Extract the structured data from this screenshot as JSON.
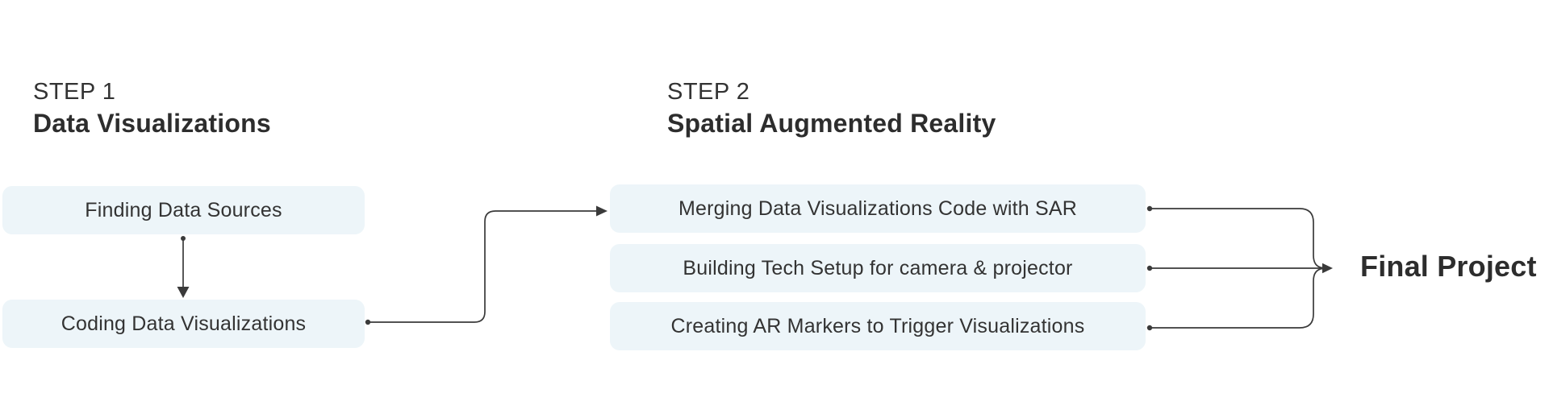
{
  "palette": {
    "box_bg": "#edf5f9",
    "line": "#3a3a3a",
    "text": "#333333",
    "heading": "#2d2d2d",
    "background": "#ffffff"
  },
  "step1": {
    "label": "STEP 1",
    "title": "Data Visualizations",
    "boxes": [
      "Finding Data Sources",
      "Coding Data Visualizations"
    ]
  },
  "step2": {
    "label": "STEP 2",
    "title": "Spatial Augmented Reality",
    "boxes": [
      "Merging Data Visualizations Code with SAR",
      "Building Tech Setup for camera & projector",
      "Creating AR Markers to Trigger Visualizations"
    ]
  },
  "final": {
    "label": "Final Project"
  },
  "connectors": [
    "finding-to-coding-arrow",
    "coding-to-merging-arrow",
    "merging-to-final",
    "building-to-final",
    "creating-to-final"
  ]
}
